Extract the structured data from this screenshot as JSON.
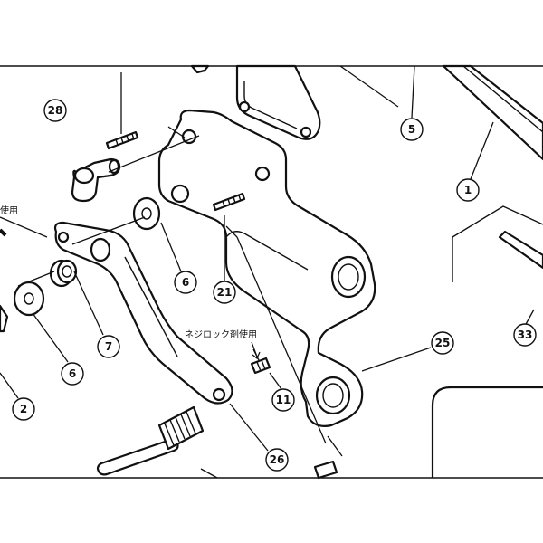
{
  "callouts": [
    {
      "id": "c28",
      "label": "28"
    },
    {
      "id": "c5",
      "label": "5"
    },
    {
      "id": "c1",
      "label": "1"
    },
    {
      "id": "c6a",
      "label": "6"
    },
    {
      "id": "c21",
      "label": "21"
    },
    {
      "id": "c7",
      "label": "7"
    },
    {
      "id": "c6b",
      "label": "6"
    },
    {
      "id": "c25",
      "label": "25"
    },
    {
      "id": "c33",
      "label": "33"
    },
    {
      "id": "c11",
      "label": "11"
    },
    {
      "id": "c2",
      "label": "2"
    },
    {
      "id": "c26",
      "label": "26"
    }
  ],
  "notes": {
    "thread_lock_note": "ネジロック剤使用",
    "left_edge_note": "使用"
  }
}
